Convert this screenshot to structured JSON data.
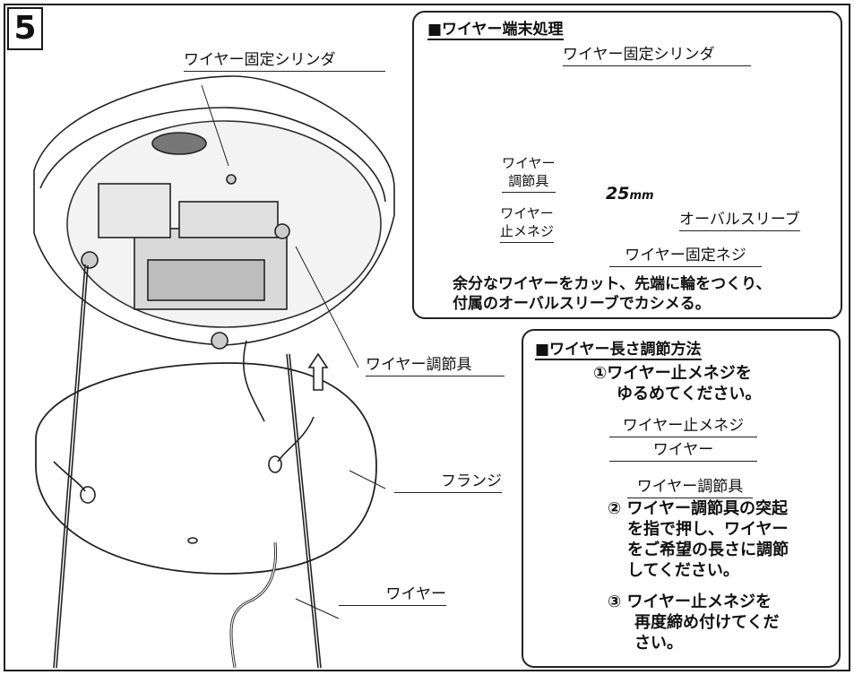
{
  "step_number": "5",
  "labels": {
    "wire_fixing_cylinder": "ワイヤー固定シリンダ",
    "wire_adjuster": "ワイヤー調節具",
    "flange": "フランジ",
    "wire": "ワイヤー"
  },
  "wire_end_box": {
    "title": "■ワイヤー端末処理",
    "cylinder": "ワイヤー固定シリンダ",
    "adjuster_line1": "ワイヤー",
    "adjuster_line2": "調節具",
    "stop_screw_line1": "ワイヤー",
    "stop_screw_line2": "止メネジ",
    "length": "25",
    "length_unit": "mm",
    "oval_sleeve": "オーバルスリーブ",
    "fixing_screw": "ワイヤー固定ネジ",
    "instruction_line1": "余分なワイヤーをカット、先端に輪をつくり、",
    "instruction_line2": "付属のオーバルスリーブでカシメる。"
  },
  "length_box": {
    "title": "■ワイヤー長さ調節方法",
    "step1_line1": "①ワイヤー止メネジを",
    "step1_line2": "ゆるめてください。",
    "stop_screw": "ワイヤー止メネジ",
    "wire": "ワイヤー",
    "adjuster": "ワイヤー調節具",
    "step2_line1": "② ワイヤー調節具の突起",
    "step2_line2": "を指で押し、ワイヤー",
    "step2_line3": "をご希望の長さに調節",
    "step2_line4": "してください。",
    "step3_line1": "③ ワイヤー止メネジを",
    "step3_line2": "再度締め付けてくだ",
    "step3_line3": "さい。"
  }
}
